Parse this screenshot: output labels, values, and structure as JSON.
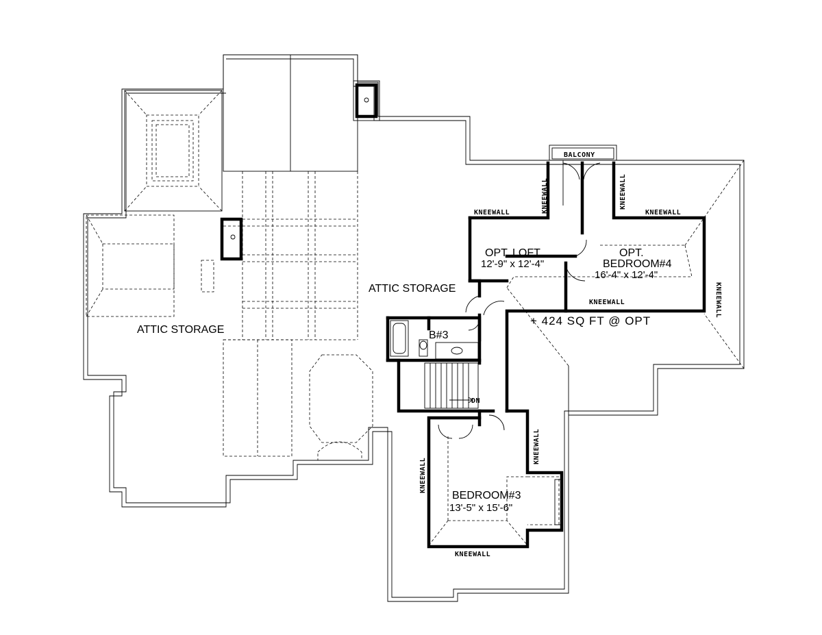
{
  "labels": {
    "attic_storage_left": "ATTIC STORAGE",
    "attic_storage_center": "ATTIC STORAGE",
    "balcony": "BALCONY",
    "opt_loft": "OPT. LOFT",
    "opt_loft_dim": "12'-9\" x 12'-4\"",
    "opt": "OPT.",
    "bedroom4": "BEDROOM#4",
    "bedroom4_dim": "16'-4\" x 12'-4\"",
    "bonus": "+ 424 SQ FT @ OPT",
    "bath3": "B#3",
    "dn": "DN",
    "bedroom3": "BEDROOM#3",
    "bedroom3_dim": "13'-5\" x 15'-6\"",
    "kneewall": "KNEEWALL"
  }
}
